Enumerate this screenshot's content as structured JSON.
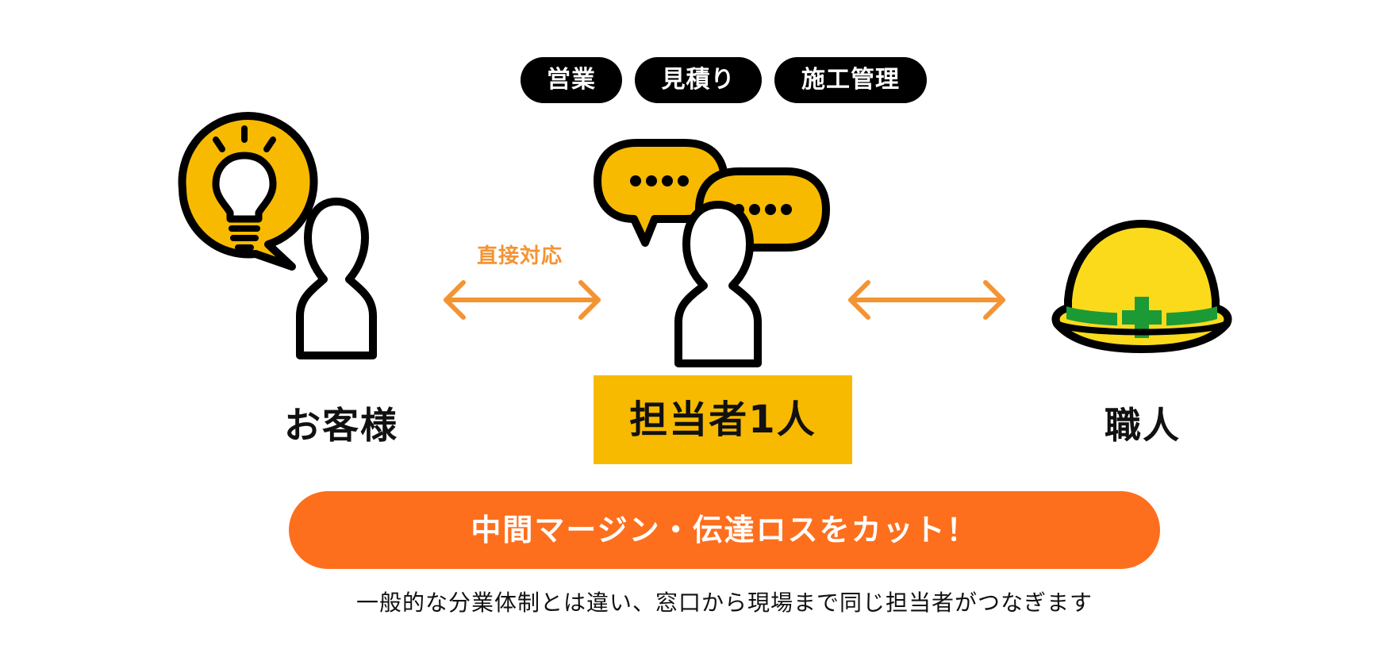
{
  "tags": [
    "営業",
    "見積り",
    "施工管理"
  ],
  "roles": {
    "customer": "お客様",
    "contact": "担当者1人",
    "craftsman": "職人"
  },
  "direct_label": "直接対応",
  "cta": "中間マージン・伝達ロスをカット！",
  "caption": "一般的な分業体制とは違い、窓口から現場まで同じ担当者がつなぎます",
  "colors": {
    "accent_yellow": "#F7BA00",
    "cta_orange": "#FD6F1D",
    "arrow_orange": "#F39433",
    "helmet_yellow": "#FBDA1C",
    "helmet_green": "#1C9A36",
    "ink": "#000000"
  }
}
